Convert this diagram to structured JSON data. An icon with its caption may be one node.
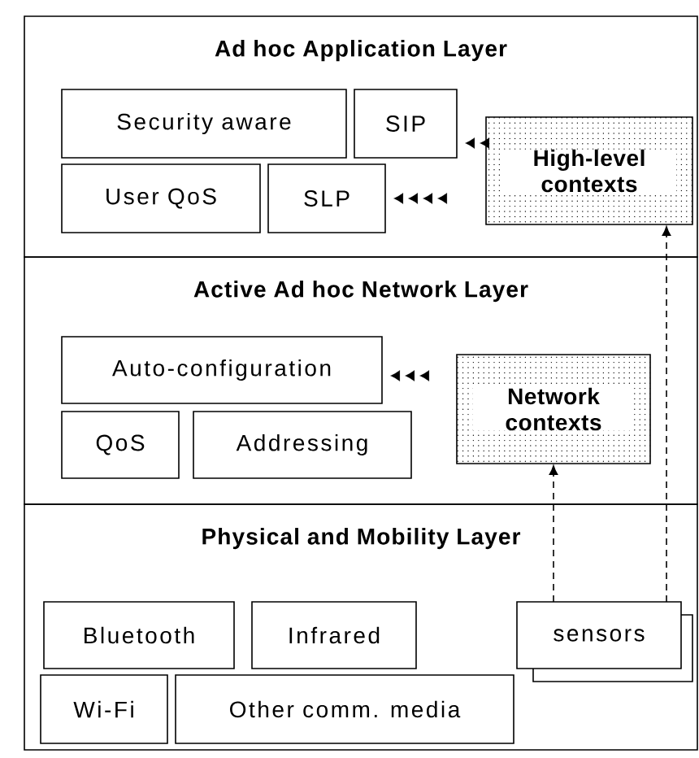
{
  "diagram": {
    "nodes": [
      {
        "text": [
          "Ad hoc Application Layer"
        ]
      },
      {
        "text": [
          "Security aware"
        ],
        "in": 0
      },
      {
        "text": [
          "SIP"
        ],
        "in": 0
      },
      {
        "text": [
          "User QoS"
        ],
        "in": 0
      },
      {
        "text": [
          "SLP"
        ],
        "in": 0
      },
      {
        "text": [
          "High-level contexts"
        ],
        "in": 0
      },
      {
        "text": [
          "Active Ad hoc Network Layer"
        ]
      },
      {
        "text": [
          "Auto-configuration"
        ],
        "in": 6
      },
      {
        "text": [
          "QoS"
        ],
        "in": 6
      },
      {
        "text": [
          "Addressing"
        ],
        "in": 6
      },
      {
        "text": [
          "Network contexts"
        ],
        "in": 6
      },
      {
        "text": [
          "Physical and Mobility Layer"
        ]
      },
      {
        "text": [
          "Bluetooth"
        ],
        "in": 11
      },
      {
        "text": [
          "Infrared"
        ],
        "in": 11
      },
      {
        "text": [
          "Wi-Fi"
        ],
        "in": 11
      },
      {
        "text": [
          "Other comm. media"
        ],
        "in": 11
      },
      {
        "text": [
          "sensors"
        ],
        "in": 11
      }
    ],
    "edges": [
      {
        "from": 5,
        "to": 2,
        "arrow": "to"
      },
      {
        "from": 5,
        "to": 4,
        "arrow": "to"
      },
      {
        "from": 10,
        "to": 7,
        "arrow": "to"
      },
      {
        "from": 16,
        "to": 10,
        "arrow": "to",
        "style": "dashed"
      },
      {
        "from": 16,
        "to": 5,
        "arrow": "to",
        "style": "dashed"
      }
    ]
  }
}
